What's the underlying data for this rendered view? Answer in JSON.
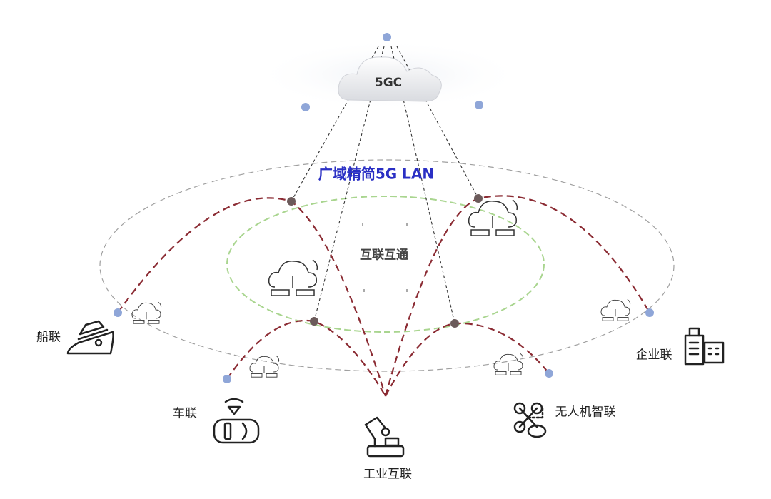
{
  "core": {
    "label": "5GC"
  },
  "title": {
    "text": "广域精简5G LAN",
    "color": "#2a2fc4"
  },
  "center_label": "互联互通",
  "endpoints": {
    "ship": "船联",
    "car": "车联",
    "industry": "工业互联",
    "drone": "无人机智联",
    "enterprise": "企业联"
  },
  "colors": {
    "arc": "#8b2b33",
    "node": "#8fa6d8",
    "inner_ring": "#a9d58f",
    "outer_ring": "#9a9a9a",
    "relay": "#6b5a5a"
  }
}
